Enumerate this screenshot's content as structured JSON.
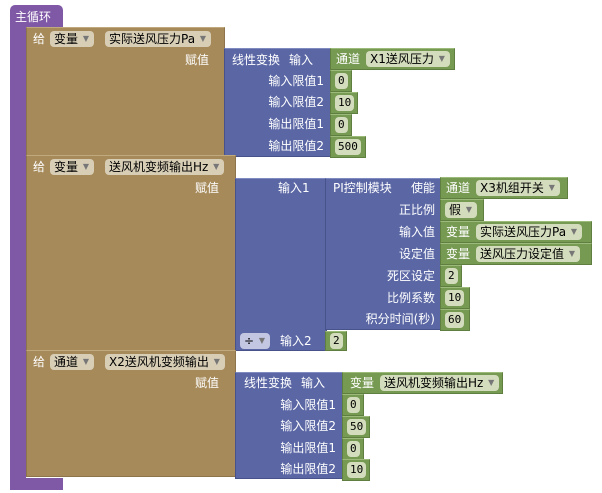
{
  "main_loop": {
    "label": "主循环"
  },
  "colors": {
    "loop": "#7f58a6",
    "assign": "#a68a5a",
    "function": "#5b67a5",
    "value": "#779a52"
  },
  "block1": {
    "give": "给",
    "type": "变量",
    "target": "实际送风压力Pa",
    "assign": "赋值",
    "linear": {
      "title": "线性变换",
      "input": "输入",
      "source_type": "通道",
      "source": "X1送风压力",
      "rows": [
        {
          "label": "输入限值1",
          "value": "0"
        },
        {
          "label": "输入限值2",
          "value": "10"
        },
        {
          "label": "输出限值1",
          "value": "0"
        },
        {
          "label": "输出限值2",
          "value": "500"
        }
      ]
    }
  },
  "block2": {
    "give": "给",
    "type": "变量",
    "target": "送风机变频输出Hz",
    "assign": "赋值",
    "arith": {
      "input1": "输入1",
      "op": "÷",
      "input2": "输入2",
      "input2_value": "2"
    },
    "pi": {
      "title": "PI控制模块",
      "enable": "使能",
      "enable_type": "通道",
      "enable_source": "X3机组开关",
      "proportional": "正比例",
      "proportional_value": "假",
      "input_label": "输入值",
      "input_type": "变量",
      "input_source": "实际送风压力Pa",
      "setpoint_label": "设定值",
      "setpoint_type": "变量",
      "setpoint_source": "送风压力设定值",
      "rows": [
        {
          "label": "死区设定",
          "value": "2"
        },
        {
          "label": "比例系数",
          "value": "10"
        },
        {
          "label": "积分时间(秒)",
          "value": "60"
        }
      ]
    }
  },
  "block3": {
    "give": "给",
    "type": "通道",
    "target": "X2送风机变频输出",
    "assign": "赋值",
    "linear": {
      "title": "线性变换",
      "input": "输入",
      "source_type": "变量",
      "source": "送风机变频输出Hz",
      "rows": [
        {
          "label": "输入限值1",
          "value": "0"
        },
        {
          "label": "输入限值2",
          "value": "50"
        },
        {
          "label": "输出限值1",
          "value": "0"
        },
        {
          "label": "输出限值2",
          "value": "10"
        }
      ]
    }
  }
}
